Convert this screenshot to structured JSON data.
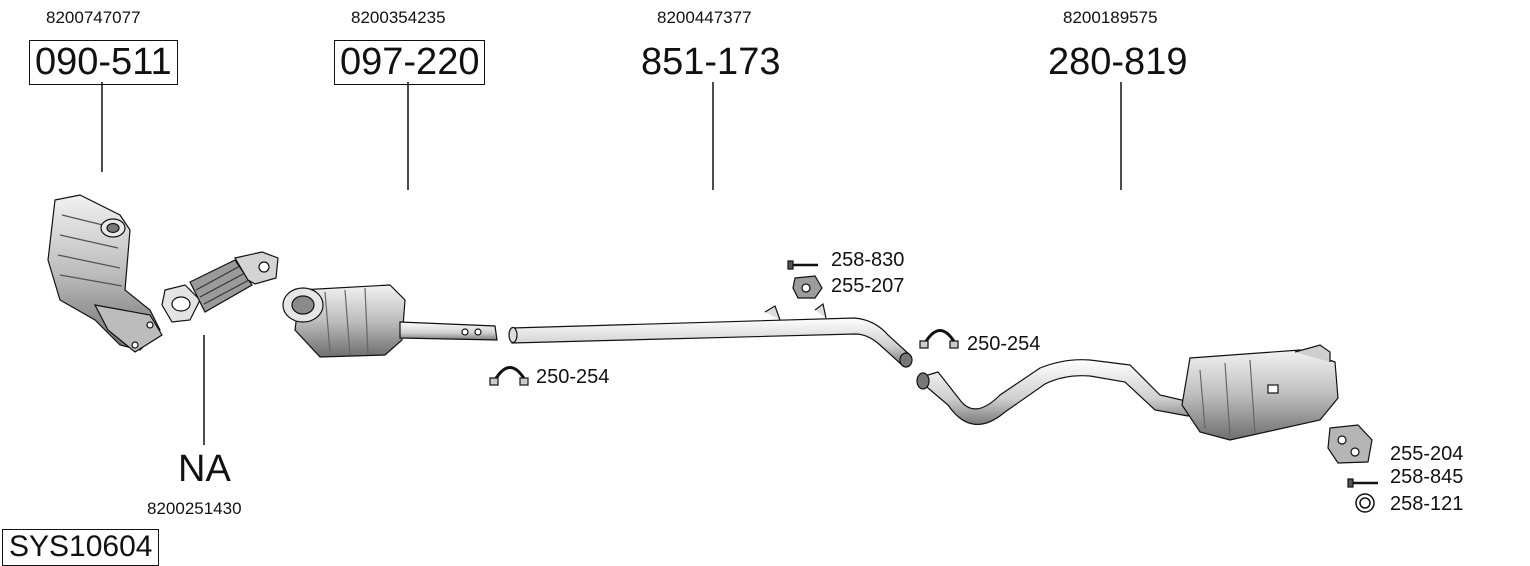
{
  "system_code": "SYS10604",
  "parts": [
    {
      "oem": "8200747077",
      "part": "090-511"
    },
    {
      "oem": "8200354235",
      "part": "097-220"
    },
    {
      "oem": "8200447377",
      "part": "851-173"
    },
    {
      "oem": "8200189575",
      "part": "280-819"
    }
  ],
  "flex_pipe": {
    "oem": "8200251430",
    "part": "NA"
  },
  "accessories": {
    "clamp_front": "250-254",
    "clamp_rear": "250-254",
    "bolt_front": "258-830",
    "mount_front": "255-207",
    "mount_rear": "255-204",
    "bolt_rear": "258-845",
    "ring": "258-121"
  },
  "colors": {
    "line": "#111111",
    "part_fill": "#d9d9d9",
    "shade": "#8c8c8c"
  }
}
